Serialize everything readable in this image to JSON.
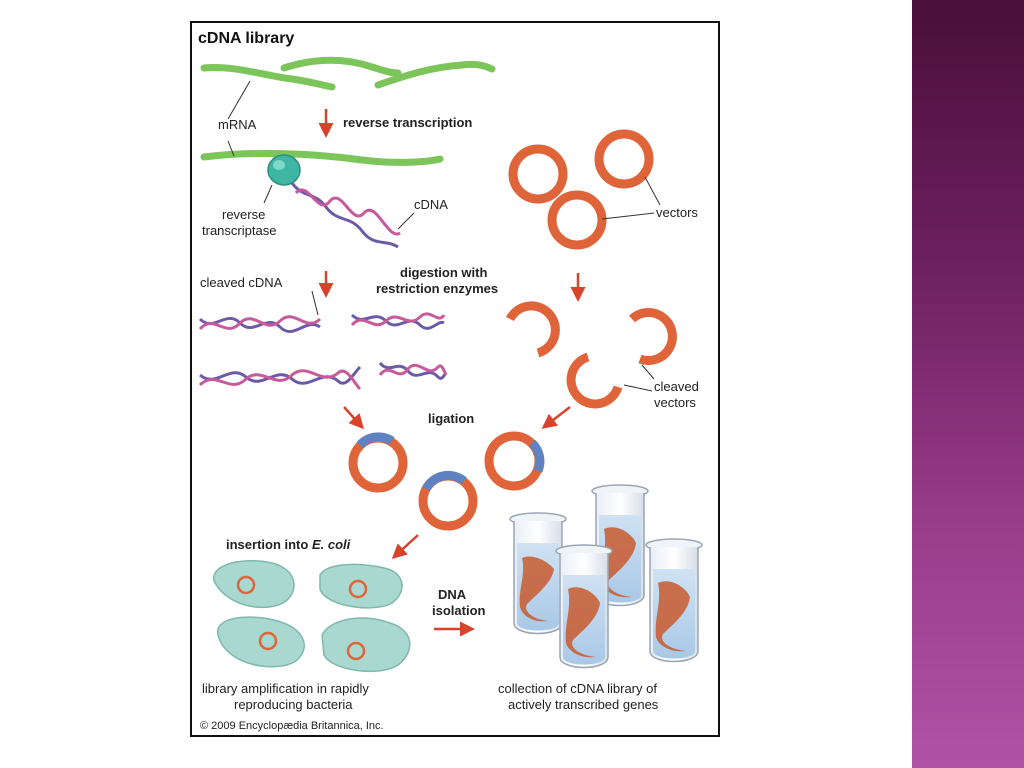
{
  "figure": {
    "title": "cDNA library",
    "labels": {
      "mrna": "mRNA",
      "reverse_transcription": "reverse transcription",
      "reverse_transcriptase_1": "reverse",
      "reverse_transcriptase_2": "transcriptase",
      "cdna": "cDNA",
      "vectors": "vectors",
      "cleaved_cdna": "cleaved cDNA",
      "digestion_1": "digestion with",
      "digestion_2": "restriction enzymes",
      "cleaved_vectors_1": "cleaved",
      "cleaved_vectors_2": "vectors",
      "ligation": "ligation",
      "insertion": "insertion into ",
      "insertion_organism": "E. coli",
      "dna_isolation_1": "DNA",
      "dna_isolation_2": "isolation",
      "amplification_1": "library amplification in rapidly",
      "amplification_2": "reproducing bacteria",
      "collection_1": "collection of cDNA library of",
      "collection_2": "actively transcribed genes"
    },
    "copyright": "© 2009 Encyclopædia Britannica, Inc."
  },
  "colors": {
    "mrna_green": "#7cc55a",
    "vector_orange": "#e0643a",
    "insert_blue": "#5f83c0",
    "enzyme_teal": "#3fb6a3",
    "arrow_red": "#d7432b",
    "bacteria": "#a8d8cf",
    "sidebar_top": "#4a0f3a",
    "sidebar_bottom": "#b052a6"
  }
}
